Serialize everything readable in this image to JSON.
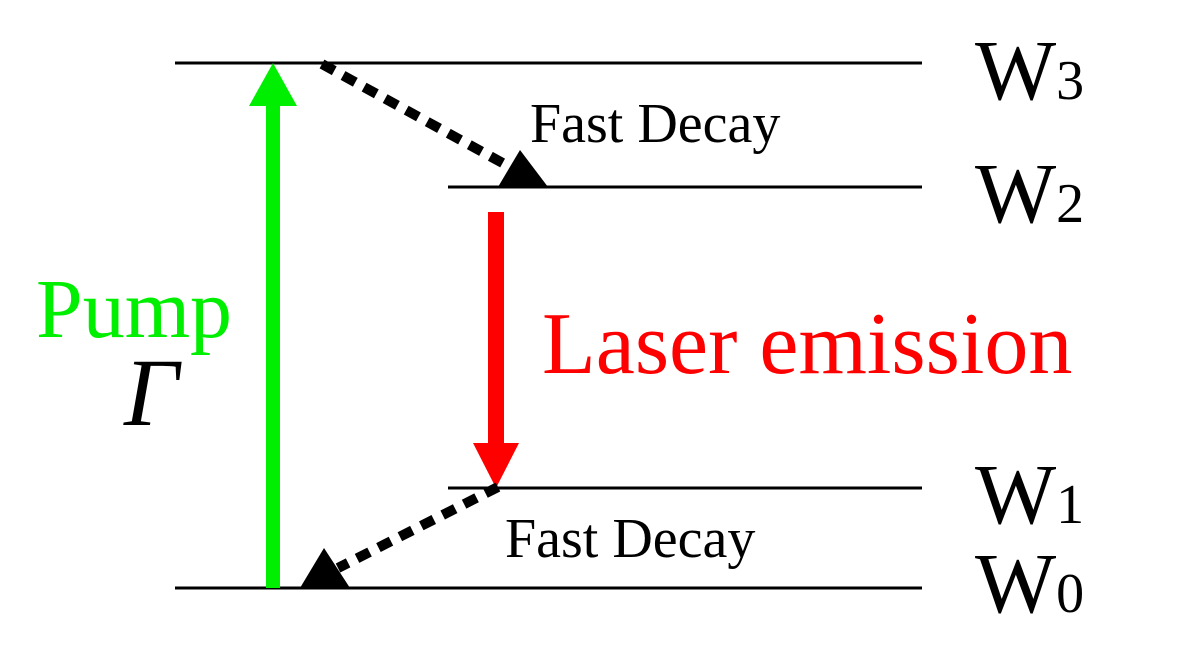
{
  "levels": [
    {
      "id": "W3",
      "base": "W",
      "sub": "3"
    },
    {
      "id": "W2",
      "base": "W",
      "sub": "2"
    },
    {
      "id": "W1",
      "base": "W",
      "sub": "1"
    },
    {
      "id": "W0",
      "base": "W",
      "sub": "0"
    }
  ],
  "labels": {
    "pump": "Pump",
    "pump_rate": "Γ",
    "laser_emission": "Laser emission",
    "fast_decay_upper": "Fast Decay",
    "fast_decay_lower": "Fast Decay"
  },
  "colors": {
    "pump": "#00ee00",
    "laser": "#ff0000",
    "decay": "#000000",
    "level": "#000000"
  }
}
